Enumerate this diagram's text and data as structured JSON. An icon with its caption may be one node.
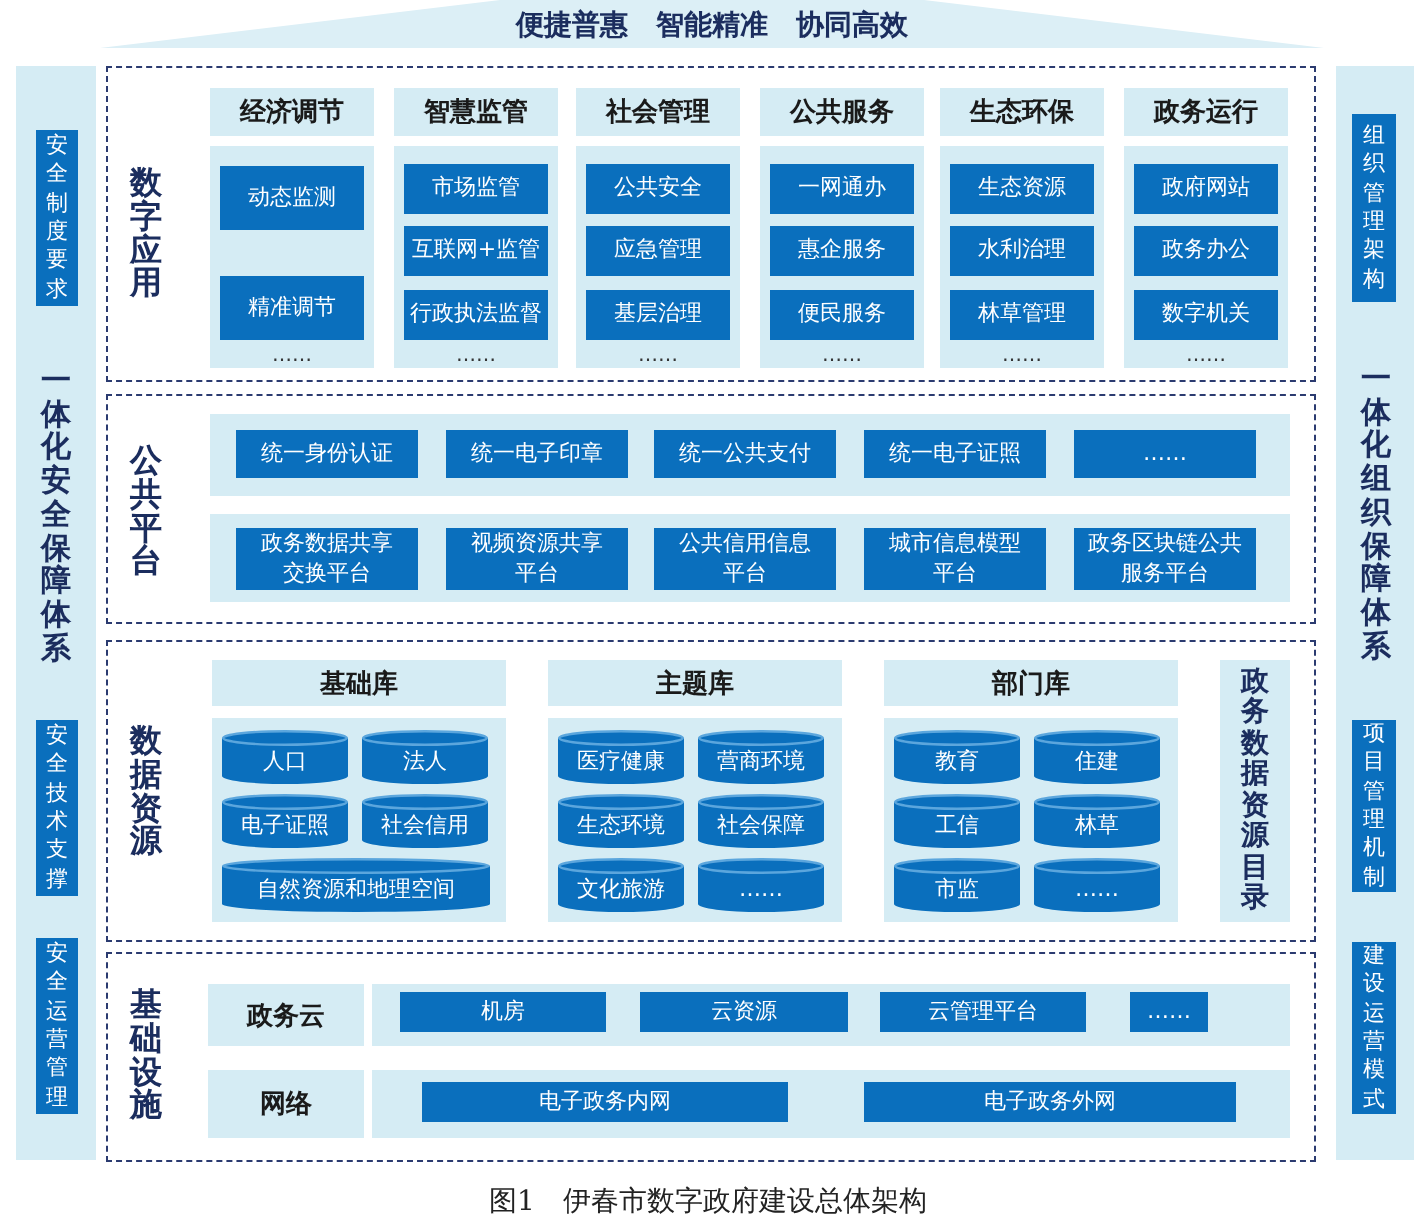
{
  "diagram": {
    "caption": "图1　伊春市数字政府建设总体架构",
    "nodes": [
      {
        "text": [
          "便捷普惠　智能精准　协同高效"
        ]
      },
      {
        "text": [
          "一体化安全保障体系"
        ]
      },
      {
        "text": [
          "安全制度要求"
        ],
        "in": 1
      },
      {
        "text": [
          "安全技术支撑"
        ],
        "in": 1
      },
      {
        "text": [
          "安全运营管理"
        ],
        "in": 1
      },
      {
        "text": [
          "数字应用"
        ]
      },
      {
        "text": [
          "经济调节"
        ],
        "in": 5
      },
      {
        "text": [
          "……"
        ],
        "in": 5
      },
      {
        "text": [
          "动态监测"
        ],
        "in": 7
      },
      {
        "text": [
          "精准调节"
        ],
        "in": 7
      },
      {
        "text": [
          "智慧监管"
        ],
        "in": 5
      },
      {
        "text": [
          "……"
        ],
        "in": 5
      },
      {
        "text": [
          "市场监管"
        ],
        "in": 11
      },
      {
        "text": [
          "互联网+监管"
        ],
        "in": 11
      },
      {
        "text": [
          "行政执法监督"
        ],
        "in": 11
      },
      {
        "text": [
          "社会管理"
        ],
        "in": 5
      },
      {
        "text": [
          "……"
        ],
        "in": 5
      },
      {
        "text": [
          "公共安全"
        ],
        "in": 16
      },
      {
        "text": [
          "应急管理"
        ],
        "in": 16
      },
      {
        "text": [
          "基层治理"
        ],
        "in": 16
      },
      {
        "text": [
          "公共服务"
        ],
        "in": 5
      },
      {
        "text": [
          "……"
        ],
        "in": 5
      },
      {
        "text": [
          "一网通办"
        ],
        "in": 21
      },
      {
        "text": [
          "惠企服务"
        ],
        "in": 21
      },
      {
        "text": [
          "便民服务"
        ],
        "in": 21
      },
      {
        "text": [
          "生态环保"
        ],
        "in": 5
      },
      {
        "text": [
          "……"
        ],
        "in": 5
      },
      {
        "text": [
          "生态资源"
        ],
        "in": 26
      },
      {
        "text": [
          "水利治理"
        ],
        "in": 26
      },
      {
        "text": [
          "林草管理"
        ],
        "in": 26
      },
      {
        "text": [
          "政务运行"
        ],
        "in": 5
      },
      {
        "text": [
          "……"
        ],
        "in": 5
      },
      {
        "text": [
          "政府网站"
        ],
        "in": 31
      },
      {
        "text": [
          "政务办公"
        ],
        "in": 31
      },
      {
        "text": [
          "数字机关"
        ],
        "in": 31
      },
      {
        "text": [
          "公共平台"
        ]
      },
      {
        "text": [],
        "shape": "box",
        "in": 35
      },
      {
        "text": [
          "统一身份认证"
        ],
        "in": 36
      },
      {
        "text": [
          "统一电子印章"
        ],
        "in": 36
      },
      {
        "text": [
          "统一公共支付"
        ],
        "in": 36
      },
      {
        "text": [
          "统一电子证照"
        ],
        "in": 36
      },
      {
        "text": [
          "……"
        ],
        "in": 36
      },
      {
        "text": [],
        "shape": "box",
        "in": 35
      },
      {
        "text": [
          "政务数据共享交换平台"
        ],
        "in": 42
      },
      {
        "text": [
          "视频资源共享平台"
        ],
        "in": 42
      },
      {
        "text": [
          "公共信用信息平台"
        ],
        "in": 42
      },
      {
        "text": [
          "城市信息模型平台"
        ],
        "in": 42
      },
      {
        "text": [
          "政务区块链公共服务平台"
        ],
        "in": 42
      },
      {
        "text": [
          "数据资源"
        ]
      },
      {
        "text": [
          "基础库"
        ],
        "in": 48
      },
      {
        "text": [],
        "shape": "box",
        "in": 48
      },
      {
        "text": [
          "人口"
        ],
        "in": 50
      },
      {
        "text": [
          "法人"
        ],
        "in": 50
      },
      {
        "text": [
          "电子证照"
        ],
        "in": 50
      },
      {
        "text": [
          "社会信用"
        ],
        "in": 50
      },
      {
        "text": [
          "自然资源和地理空间"
        ],
        "in": 50
      },
      {
        "text": [
          "主题库"
        ],
        "in": 48
      },
      {
        "text": [],
        "shape": "box",
        "in": 48
      },
      {
        "text": [
          "医疗健康"
        ],
        "in": 57
      },
      {
        "text": [
          "营商环境"
        ],
        "in": 57
      },
      {
        "text": [
          "生态环境"
        ],
        "in": 57
      },
      {
        "text": [
          "社会保障"
        ],
        "in": 57
      },
      {
        "text": [
          "文化旅游"
        ],
        "in": 57
      },
      {
        "text": [
          "……"
        ],
        "in": 57
      },
      {
        "text": [
          "部门库"
        ],
        "in": 48
      },
      {
        "text": [],
        "shape": "box",
        "in": 48
      },
      {
        "text": [
          "教育"
        ],
        "in": 65
      },
      {
        "text": [
          "住建"
        ],
        "in": 65
      },
      {
        "text": [
          "工信"
        ],
        "in": 65
      },
      {
        "text": [
          "林草"
        ],
        "in": 65
      },
      {
        "text": [
          "市监"
        ],
        "in": 65
      },
      {
        "text": [
          "……"
        ],
        "in": 65
      },
      {
        "text": [
          "政务数据资源目录"
        ],
        "in": 48
      },
      {
        "text": [
          "基础设施"
        ]
      },
      {
        "text": [
          "政务云"
        ],
        "in": 73
      },
      {
        "text": [],
        "shape": "box",
        "in": 73
      },
      {
        "text": [
          "机房"
        ],
        "in": 75
      },
      {
        "text": [
          "云资源"
        ],
        "in": 75
      },
      {
        "text": [
          "云管理平台"
        ],
        "in": 75
      },
      {
        "text": [
          "……"
        ],
        "in": 75
      },
      {
        "text": [
          "网络"
        ],
        "in": 73
      },
      {
        "text": [],
        "shape": "box",
        "in": 73
      },
      {
        "text": [
          "电子政务内网"
        ],
        "in": 81
      },
      {
        "text": [
          "电子政务外网"
        ],
        "in": 81
      },
      {
        "text": [
          "一体化组织保障体系"
        ]
      },
      {
        "text": [
          "组织管理架构"
        ],
        "in": 84
      },
      {
        "text": [
          "项目管理机制"
        ],
        "in": 84
      },
      {
        "text": [
          "建设运营模式"
        ],
        "in": 84
      }
    ]
  }
}
